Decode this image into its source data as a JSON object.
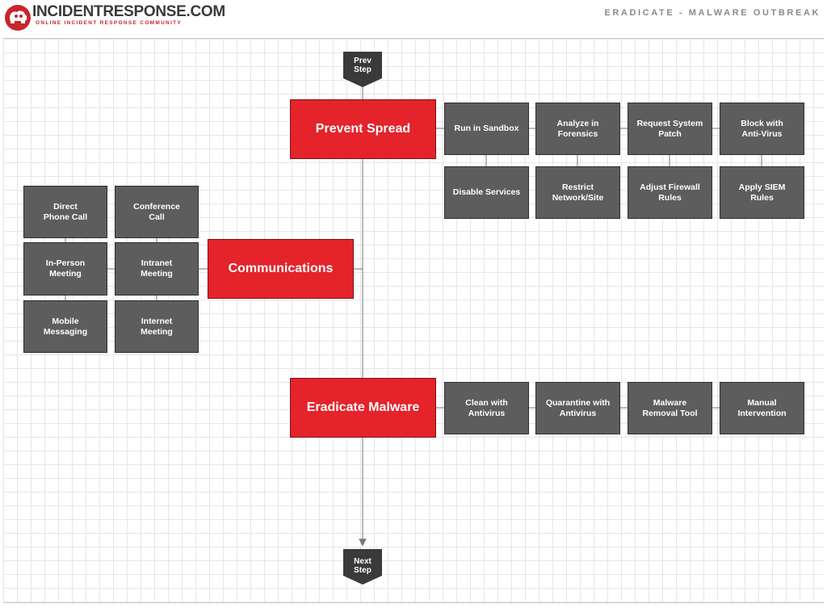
{
  "header": {
    "logo_text": "INCIDENTRESPONSE.COM",
    "logo_tagline": "ONLINE INCIDENT RESPONSE COMMUNITY",
    "page_title": "ERADICATE - MALWARE OUTBREAK"
  },
  "flow": {
    "prev_step": "Prev\nStep",
    "next_step": "Next\nStep"
  },
  "main_nodes": {
    "prevent_spread": "Prevent Spread",
    "communications": "Communications",
    "eradicate_malware": "Eradicate Malware"
  },
  "prevent_spread_actions": [
    "Run in Sandbox",
    "Analyze in\nForensics",
    "Request System\nPatch",
    "Block with\nAnti-Virus",
    "Disable Services",
    "Restrict\nNetwork/Site",
    "Adjust Firewall\nRules",
    "Apply SIEM\nRules"
  ],
  "communication_channels": [
    "Direct\nPhone Call",
    "Conference\nCall",
    "In-Person\nMeeting",
    "Intranet\nMeeting",
    "Mobile\nMessaging",
    "Internet\nMeeting"
  ],
  "eradicate_actions": [
    "Clean with\nAntivirus",
    "Quarantine with\nAntivirus",
    "Malware\nRemoval Tool",
    "Manual\nIntervention"
  ],
  "colors": {
    "accent_red": "#e4232b",
    "node_gray": "#5d5d5d",
    "logo_red": "#c9252c"
  }
}
